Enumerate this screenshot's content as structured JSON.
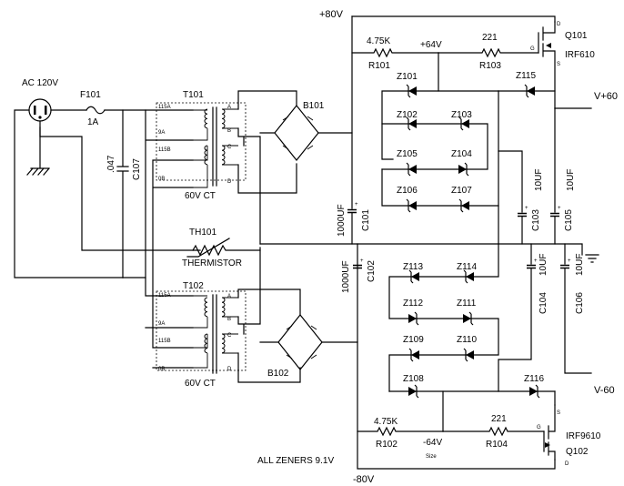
{
  "rails": {
    "pos_supply": "+80V",
    "neg_supply": "-80V",
    "pos_out": "V+60",
    "neg_out": "V-60"
  },
  "ac": {
    "label": "AC 120V",
    "fuse": "F101",
    "fuse_rating": "1A",
    "cap_value": ".047",
    "cap": "C107"
  },
  "t101": {
    "ref": "T101",
    "ct": "60V CT",
    "pins": [
      "115A",
      "9A",
      "115B",
      "0B"
    ],
    "sec": [
      "A",
      "B",
      "C",
      "D"
    ]
  },
  "t102": {
    "ref": "T102",
    "ct": "60V CT",
    "pins": [
      "115A",
      "9A",
      "115B",
      "0B"
    ],
    "sec": [
      "A",
      "B",
      "C",
      "D"
    ]
  },
  "bridges": [
    "B101",
    "B102"
  ],
  "thermistor": {
    "ref": "TH101",
    "label": "THERMISTOR"
  },
  "pos_reg": {
    "r1": "R101",
    "r1_val": "4.75K",
    "r2": "R103",
    "r2_val": "221",
    "node": "+64V",
    "q": "Q101",
    "q_part": "IRF610",
    "pins": {
      "d": "D",
      "g": "G",
      "s": "S"
    },
    "c_bulk": "C101",
    "c_bulk_val": "1000UF",
    "c_zen": "C103",
    "c_zen_val": "10UF",
    "c_out": "C105",
    "c_out_val": "10UF"
  },
  "neg_reg": {
    "r1": "R102",
    "r1_val": "4.75K",
    "r2": "R104",
    "r2_val": "221",
    "node": "-64V",
    "note": "Size",
    "q": "Q102",
    "q_part": "IRF9610",
    "pins": {
      "d": "D",
      "g": "G",
      "s": "S"
    },
    "c_bulk": "C102",
    "c_bulk_val": "1000UF",
    "c_zen": "C104",
    "c_zen_val": "10UF",
    "c_out": "C106",
    "c_out_val": "10UF"
  },
  "zeners": [
    "Z101",
    "Z102",
    "Z103",
    "Z104",
    "Z105",
    "Z106",
    "Z107",
    "Z115",
    "Z113",
    "Z114",
    "Z112",
    "Z111",
    "Z109",
    "Z110",
    "Z108",
    "Z116"
  ],
  "cap_plus": "+",
  "note": "ALL ZENERS 9.1V"
}
